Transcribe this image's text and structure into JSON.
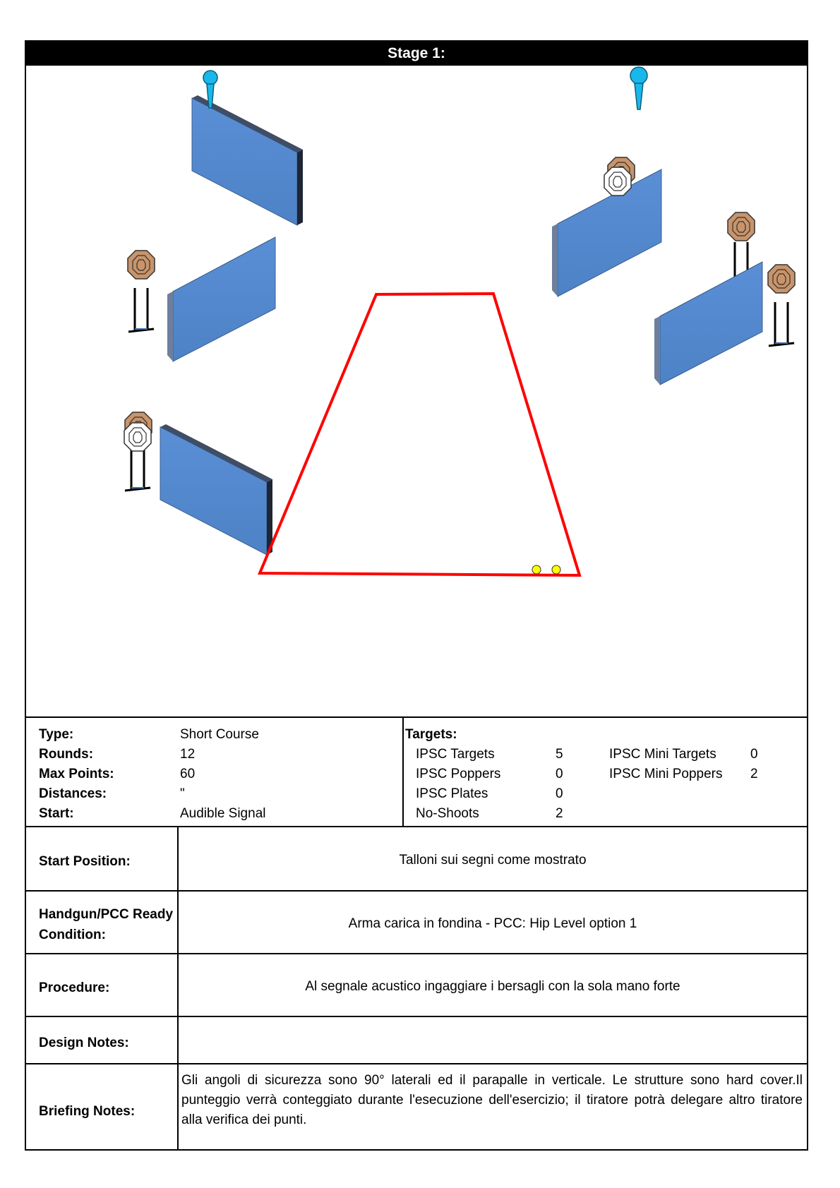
{
  "stage_title": "Stage 1:",
  "info": {
    "left": [
      {
        "label": "Type:",
        "value": "Short Course"
      },
      {
        "label": "Rounds:",
        "value": "12"
      },
      {
        "label": "Max Points:",
        "value": "60"
      },
      {
        "label": "Distances:",
        "value": "\""
      },
      {
        "label": "Start:",
        "value": "Audible Signal"
      }
    ],
    "targets_label": "Targets:",
    "targets_col1": [
      {
        "name": "IPSC Targets",
        "count": "5"
      },
      {
        "name": "IPSC Poppers",
        "count": "0"
      },
      {
        "name": "IPSC Plates",
        "count": "0"
      },
      {
        "name": "No-Shoots",
        "count": "2"
      }
    ],
    "targets_col2": [
      {
        "name": "IPSC Mini Targets",
        "count": "0"
      },
      {
        "name": "IPSC Mini Poppers",
        "count": "2"
      }
    ]
  },
  "rows": {
    "start_position": {
      "label": "Start Position:",
      "value": "Talloni sui segni come mostrato"
    },
    "ready_condition": {
      "label_1": "Handgun/PCC Ready",
      "label_2": "Condition:",
      "value": "Arma carica in fondina - PCC: Hip Level option 1"
    },
    "procedure": {
      "label": "Procedure:",
      "value": "Al segnale acustico ingaggiare i bersagli con la sola mano forte"
    },
    "design_notes": {
      "label": "Design Notes:",
      "value": ""
    },
    "briefing_notes": {
      "label": "Briefing Notes:",
      "value": "Gli angoli di sicurezza sono 90° laterali ed il parapalle in verticale. Le strutture sono hard cover.Il punteggio verrà conteggiato durante l'esecuzione dell'esercizio; il tiratore potrà delegare altro tiratore alla verifica  dei punti."
    }
  },
  "colors": {
    "wall_front": "#5b8fd4",
    "wall_edge": "#27344a",
    "shooting_area": "#ff0000",
    "target": "#c9946a",
    "popper": "#19b8ea",
    "start_mark": "#ffff00"
  }
}
